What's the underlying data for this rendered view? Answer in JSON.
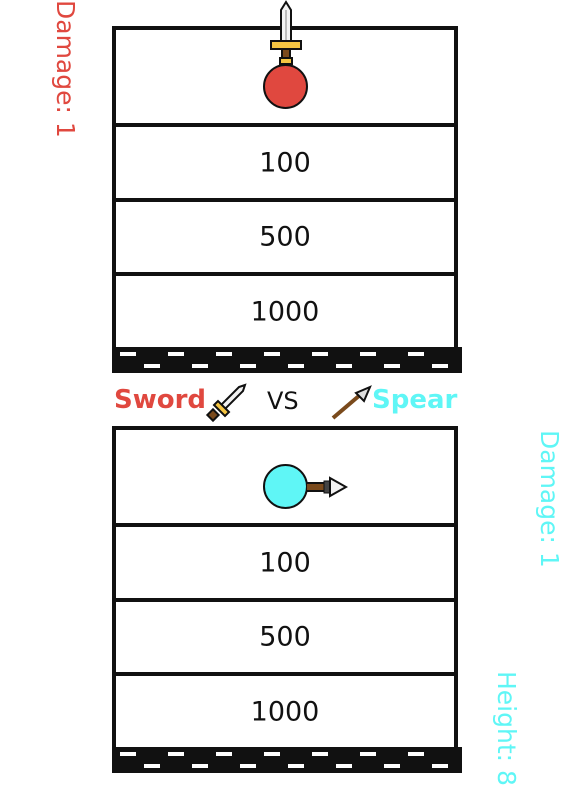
{
  "colors": {
    "red": "#e0483f",
    "cyan": "#5ff6f6",
    "black": "#111111"
  },
  "top_player": {
    "damage_label": "Damage: 1",
    "weapon_icon": "sword-icon"
  },
  "bottom_player": {
    "damage_label": "Damage: 1",
    "height_label": "Height: 8",
    "weapon_icon": "spear-icon"
  },
  "versus": {
    "left": "Sword",
    "middle": "VS",
    "right": "Spear"
  },
  "top_tower": {
    "floors": [
      "",
      "100",
      "500",
      "1000"
    ]
  },
  "bottom_tower": {
    "floors": [
      "",
      "100",
      "500",
      "1000"
    ]
  }
}
